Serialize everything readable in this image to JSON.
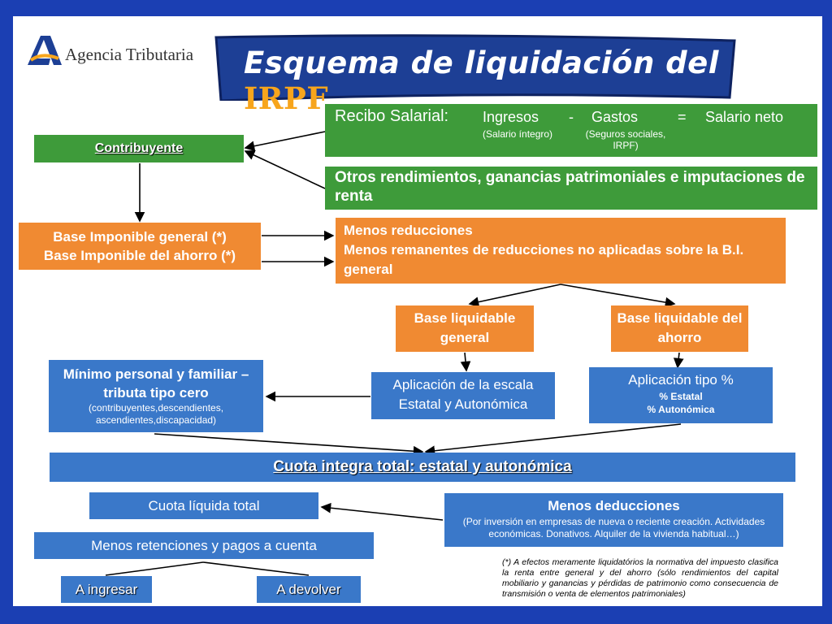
{
  "logo": {
    "text": "Agencia Tributaria"
  },
  "banner": {
    "title": "Esquema de liquidación del ",
    "highlight": "IRPF"
  },
  "recibo": {
    "label": "Recibo Salarial:",
    "ingresos": "Ingresos",
    "minus": "-",
    "gastos": "Gastos",
    "equals": "=",
    "neto": "Salario neto",
    "ingresos_note": "(Salario íntegro)",
    "gastos_note": "(Seguros sociales, IRPF)"
  },
  "otros": {
    "text": "Otros rendimientos, ganancias patrimoniales e imputaciones de renta"
  },
  "contribuyente": {
    "label": "Contribuyente"
  },
  "base_imponible": {
    "line1": "Base Imponible general (*)",
    "line2": "Base Imponible del ahorro (*)"
  },
  "reducciones": {
    "line1": "Menos reducciones",
    "line2": "Menos remanentes de reducciones no aplicadas sobre la B.I. general"
  },
  "bl_general": {
    "text": "Base liquidable general"
  },
  "bl_ahorro": {
    "text": "Base liquidable del ahorro"
  },
  "minimo": {
    "title": "Mínimo personal y familiar – tributa tipo cero",
    "note": "(contribuyentes,descendientes, ascendientes,discapacidad)"
  },
  "escala": {
    "text": "Aplicación de la escala Estatal y Autonómica"
  },
  "tipo": {
    "title": "Aplicación tipo %",
    "line1": "% Estatal",
    "line2": "% Autonómica"
  },
  "cuota_integra": {
    "text": "Cuota integra total: estatal y autonómica"
  },
  "cuota_liquida": {
    "text": "Cuota líquida total"
  },
  "deducciones": {
    "title": "Menos deducciones",
    "note": "(Por inversión en empresas de nueva o reciente creación. Actividades económicas. Donativos. Alquiler de la vivienda habitual…)"
  },
  "retenciones": {
    "text": "Menos retenciones y pagos a cuenta"
  },
  "ingresar": {
    "text": "A ingresar"
  },
  "devolver": {
    "text": "A devolver"
  },
  "footnote": {
    "text": "(*) A efectos meramente liquidatórios la normativa del impuesto clasifica la renta entre general y del ahorro (sólo rendimientos del capital mobiliario y ganancias y pérdidas de patrimonio como consecuencia de transmisión o venta de elementos patrimoniales)"
  },
  "colors": {
    "frame": "#1b3fb3",
    "green": "#3e9b3a",
    "orange": "#f08a32",
    "blue": "#3a78c9",
    "banner": "#1d3f95"
  }
}
